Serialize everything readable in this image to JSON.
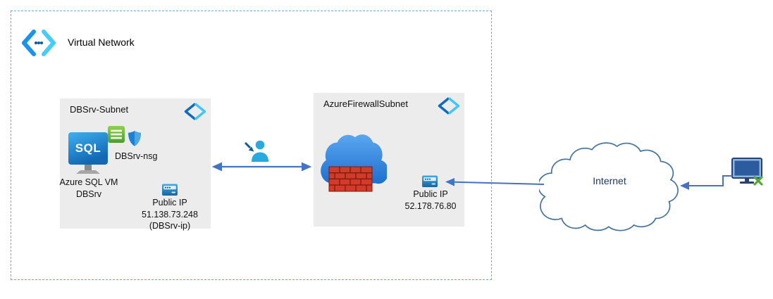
{
  "vnet": {
    "label": "Virtual Network"
  },
  "dbsrv_subnet": {
    "title": "DBSrv-Subnet",
    "sql_icon_text": "SQL",
    "nsg_label": "DBSrv-nsg",
    "vm_line1": "Azure SQL VM",
    "vm_line2": "DBSrv",
    "public_ip_label": "Public IP",
    "public_ip_address": "51.138.73.248",
    "public_ip_name": "(DBSrv-ip)"
  },
  "firewall_subnet": {
    "title": "AzureFirewallSubnet",
    "public_ip_label": "Public IP",
    "public_ip_address": "52.178.76.80"
  },
  "internet": {
    "label": "Internet"
  },
  "icons": {
    "virtual_network": "azure-vnet-angle-brackets",
    "subnet": "azure-subnet-diamond",
    "azure_sql_vm": "sql-monitor",
    "nsg": "green-nsg-square",
    "shield": "blue-shield",
    "public_ip": "blue-ip-card-with-dots",
    "firewall": "blue-cloud-with-red-brick-wall",
    "user": "teal-person-with-arrow",
    "internet": "outlined-cloud",
    "client": "monitor-with-green-x"
  },
  "colors": {
    "connector": "#4472c4",
    "vnet_border": "#6aa9dc",
    "subnet_bg": "#ececec",
    "internet_label": "#1f3864",
    "sql_blue": "#1268b3",
    "nsg_green": "#6abf4b",
    "firewall_brick_red": "#d23b2a",
    "azure_blue": "#1b93eb",
    "azure_cyan": "#45cdf5"
  }
}
